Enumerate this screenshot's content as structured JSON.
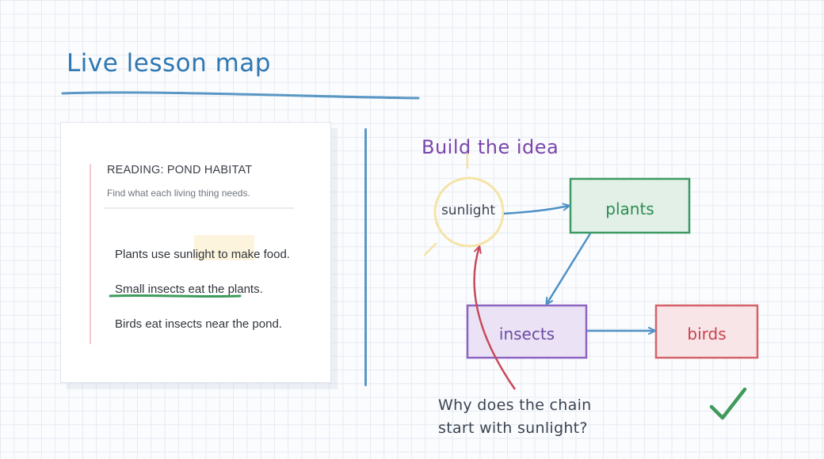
{
  "title": "Live lesson map",
  "card": {
    "heading": "READING: POND HABITAT",
    "subheading": "Find what each living thing needs.",
    "lines": [
      "Plants use sunlight to make food.",
      "Small insects eat the plants.",
      "Birds eat insects near the pond."
    ]
  },
  "diagram": {
    "title": "Build the idea",
    "nodes": {
      "sunlight": "sunlight",
      "plants": "plants",
      "insects": "insects",
      "birds": "birds"
    },
    "edges": [
      {
        "from": "sunlight",
        "to": "plants"
      },
      {
        "from": "plants",
        "to": "insects"
      },
      {
        "from": "insects",
        "to": "birds"
      },
      {
        "from": "question",
        "to": "sunlight"
      }
    ],
    "question": {
      "line1": "Why does the chain",
      "line2": "start with sunlight?"
    }
  },
  "colors": {
    "title": "#2f78b2",
    "sunlight": "#f5e3a6",
    "plants": "#3d9a63",
    "insects": "#8e64c2",
    "birds": "#d5626b",
    "arrow": "#4e91c6",
    "question_arrow": "#c64a5b",
    "check": "#3f9a5c"
  },
  "icons": [
    "sun-icon",
    "checkmark-icon"
  ]
}
